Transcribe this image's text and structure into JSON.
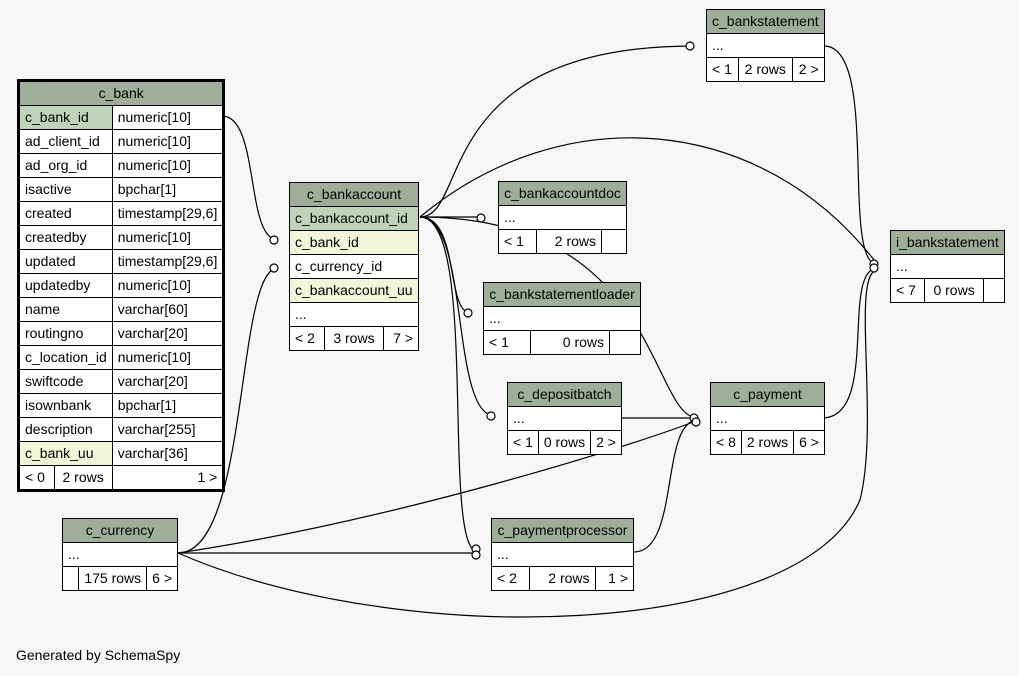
{
  "tables": {
    "c_bank": {
      "title": "c_bank",
      "columns": [
        {
          "name": "c_bank_id",
          "type": "numeric[10]"
        },
        {
          "name": "ad_client_id",
          "type": "numeric[10]"
        },
        {
          "name": "ad_org_id",
          "type": "numeric[10]"
        },
        {
          "name": "isactive",
          "type": "bpchar[1]"
        },
        {
          "name": "created",
          "type": "timestamp[29,6]"
        },
        {
          "name": "createdby",
          "type": "numeric[10]"
        },
        {
          "name": "updated",
          "type": "timestamp[29,6]"
        },
        {
          "name": "updatedby",
          "type": "numeric[10]"
        },
        {
          "name": "name",
          "type": "varchar[60]"
        },
        {
          "name": "routingno",
          "type": "varchar[20]"
        },
        {
          "name": "c_location_id",
          "type": "numeric[10]"
        },
        {
          "name": "swiftcode",
          "type": "varchar[20]"
        },
        {
          "name": "isownbank",
          "type": "bpchar[1]"
        },
        {
          "name": "description",
          "type": "varchar[255]"
        },
        {
          "name": "c_bank_uu",
          "type": "varchar[36]"
        }
      ],
      "footer": [
        "< 0",
        "2 rows",
        "1 >"
      ]
    },
    "c_bankaccount": {
      "title": "c_bankaccount",
      "columns": [
        "c_bankaccount_id",
        "c_bank_id",
        "c_currency_id",
        "c_bankaccount_uu",
        "..."
      ],
      "footer": [
        "< 2",
        "3 rows",
        "7 >"
      ]
    },
    "c_bankstatement": {
      "title": "c_bankstatement",
      "ellipsis": "...",
      "footer": [
        "< 1",
        "2 rows",
        "2 >"
      ]
    },
    "c_bankaccountdoc": {
      "title": "c_bankaccountdoc",
      "ellipsis": "...",
      "footer": [
        "< 1",
        "2 rows",
        ""
      ]
    },
    "c_bankstatementloader": {
      "title": "c_bankstatementloader",
      "ellipsis": "...",
      "footer": [
        "< 1",
        "0 rows",
        ""
      ]
    },
    "c_depositbatch": {
      "title": "c_depositbatch",
      "ellipsis": "...",
      "footer": [
        "< 1",
        "0 rows",
        "2 >"
      ]
    },
    "c_payment": {
      "title": "c_payment",
      "ellipsis": "...",
      "footer": [
        "< 8",
        "2 rows",
        "6 >"
      ]
    },
    "i_bankstatement": {
      "title": "i_bankstatement",
      "ellipsis": "...",
      "footer": [
        "< 7",
        "0 rows",
        ""
      ]
    },
    "c_currency": {
      "title": "c_currency",
      "ellipsis": "...",
      "footer": [
        "",
        "175 rows",
        "6 >"
      ]
    },
    "c_paymentprocessor": {
      "title": "c_paymentprocessor",
      "ellipsis": "...",
      "footer": [
        "< 2",
        "2 rows",
        "1 >"
      ]
    }
  },
  "footer_text": "Generated by SchemaSpy"
}
